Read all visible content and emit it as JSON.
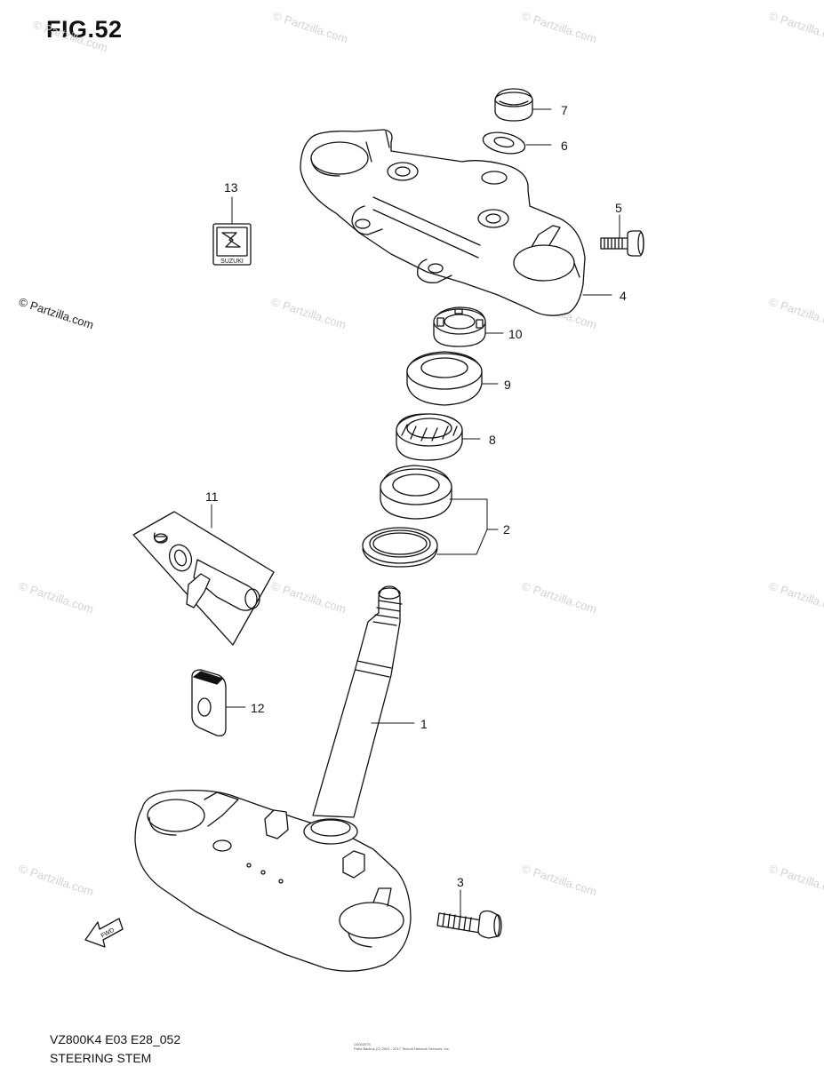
{
  "figure": {
    "title": "FIG.52",
    "footer_code": "VZ800K4 E03 E28_052",
    "footer_title": "STEERING STEM",
    "footer_small_1": "G0052075",
    "footer_small_2": "Parts Backup (C) 2001 - 2017 Tecnotr Network Services, Inc."
  },
  "watermark": {
    "text": "© Partzilla.com"
  },
  "callouts": [
    {
      "id": "1",
      "label": "1"
    },
    {
      "id": "2",
      "label": "2"
    },
    {
      "id": "3",
      "label": "3"
    },
    {
      "id": "4",
      "label": "4"
    },
    {
      "id": "5",
      "label": "5"
    },
    {
      "id": "6",
      "label": "6"
    },
    {
      "id": "7",
      "label": "7"
    },
    {
      "id": "8",
      "label": "8"
    },
    {
      "id": "9",
      "label": "9"
    },
    {
      "id": "10",
      "label": "10"
    },
    {
      "id": "11",
      "label": "11"
    },
    {
      "id": "12",
      "label": "12"
    },
    {
      "id": "13",
      "label": "13"
    }
  ],
  "emblem_text": "SUZUKI",
  "fwd_text": "FWD",
  "colors": {
    "line": "#111111",
    "watermark": "#d3d3d3"
  }
}
